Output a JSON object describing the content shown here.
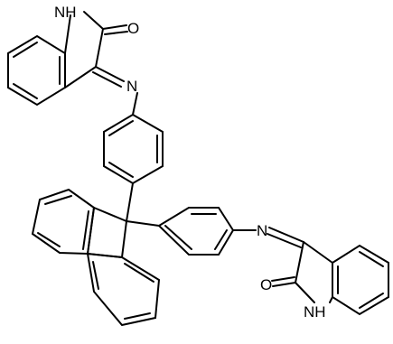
{
  "molecule": {
    "atom_labels": {
      "n1h": "NH",
      "o1": "O",
      "n_imine1": "N",
      "n_imine2": "N",
      "o2": "O",
      "n2h": "NH"
    },
    "colors": {
      "bond": "#000000",
      "text": "#000000",
      "background": "#ffffff"
    }
  }
}
